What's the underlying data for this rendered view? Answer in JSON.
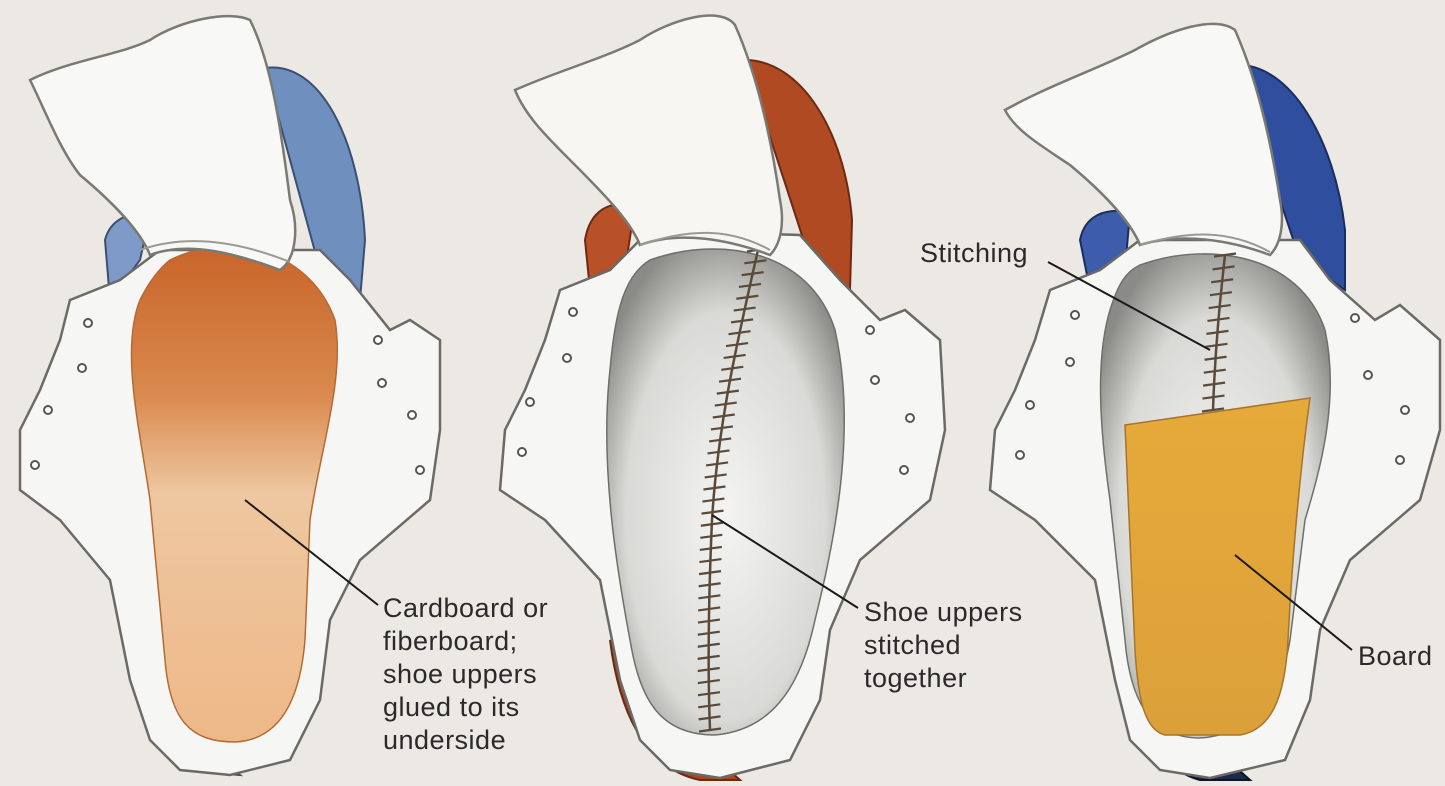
{
  "labels": {
    "cardboard": [
      "Cardboard or",
      "fiberboard;",
      "shoe uppers",
      "glued to its",
      "underside"
    ],
    "stitched": [
      "Shoe uppers",
      "stitched",
      "together"
    ],
    "stitching": "Stitching",
    "board": "Board"
  },
  "colors": {
    "background": "#ece8e4",
    "shoe1_trim": "#6f8fbe",
    "shoe2_trim": "#b04a22",
    "shoe3_trim": "#2f4f9e",
    "cardboard": "#e8a060",
    "board": "#e0a83a",
    "stitch": "#5a4a3a"
  }
}
